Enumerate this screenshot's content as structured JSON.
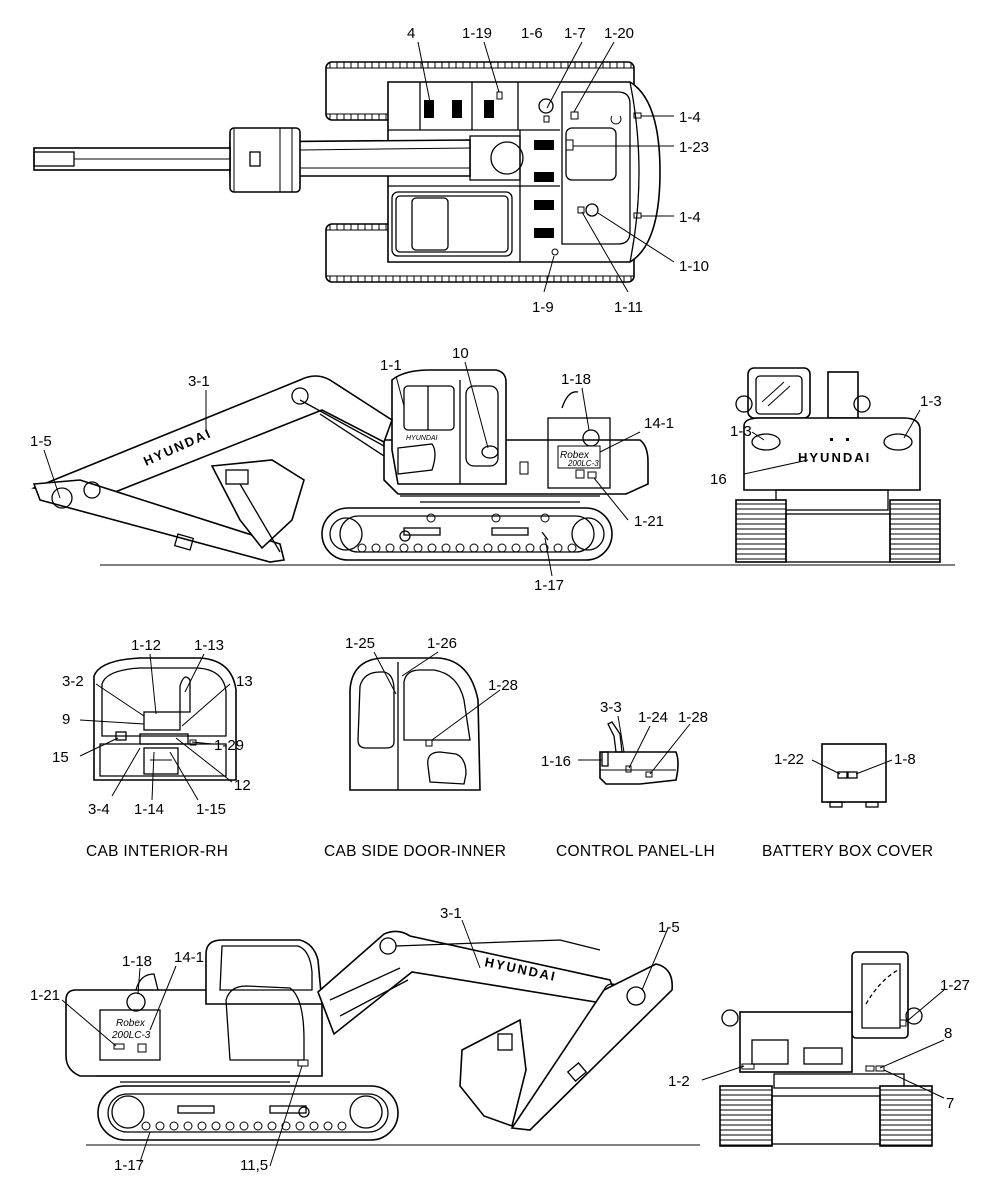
{
  "top_view": {
    "labels": [
      "4",
      "1-19",
      "1-6",
      "1-7",
      "1-20",
      "1-4",
      "1-23",
      "1-4",
      "1-10",
      "1-11",
      "1-9"
    ]
  },
  "side_view_rh": {
    "labels": [
      "3-1",
      "1-1",
      "10",
      "1-18",
      "1-3",
      "1-3",
      "1-5",
      "14-1",
      "16",
      "1-21",
      "1-17"
    ],
    "boom_brand": "HYUNDAI",
    "rear_brand": "HYUNDAI"
  },
  "details": {
    "cab_interior": {
      "caption": "CAB INTERIOR-RH",
      "labels": [
        "1-12",
        "1-13",
        "3-2",
        "13",
        "9",
        "15",
        "1-29",
        "12",
        "3-4",
        "1-14",
        "1-15"
      ]
    },
    "cab_door": {
      "caption": "CAB SIDE DOOR-INNER",
      "labels": [
        "1-25",
        "1-26",
        "1-28"
      ]
    },
    "control_panel": {
      "caption": "CONTROL PANEL-LH",
      "labels": [
        "3-3",
        "1-24",
        "1-28",
        "1-16"
      ]
    },
    "battery_box": {
      "caption": "BATTERY BOX COVER",
      "labels": [
        "1-22",
        "1-8"
      ]
    }
  },
  "side_view_lh": {
    "labels": [
      "3-1",
      "1-5",
      "1-18",
      "14-1",
      "1-21",
      "1-27",
      "8",
      "1-2",
      "7",
      "1-17",
      "11,5"
    ],
    "boom_brand": "HYUNDAI"
  }
}
